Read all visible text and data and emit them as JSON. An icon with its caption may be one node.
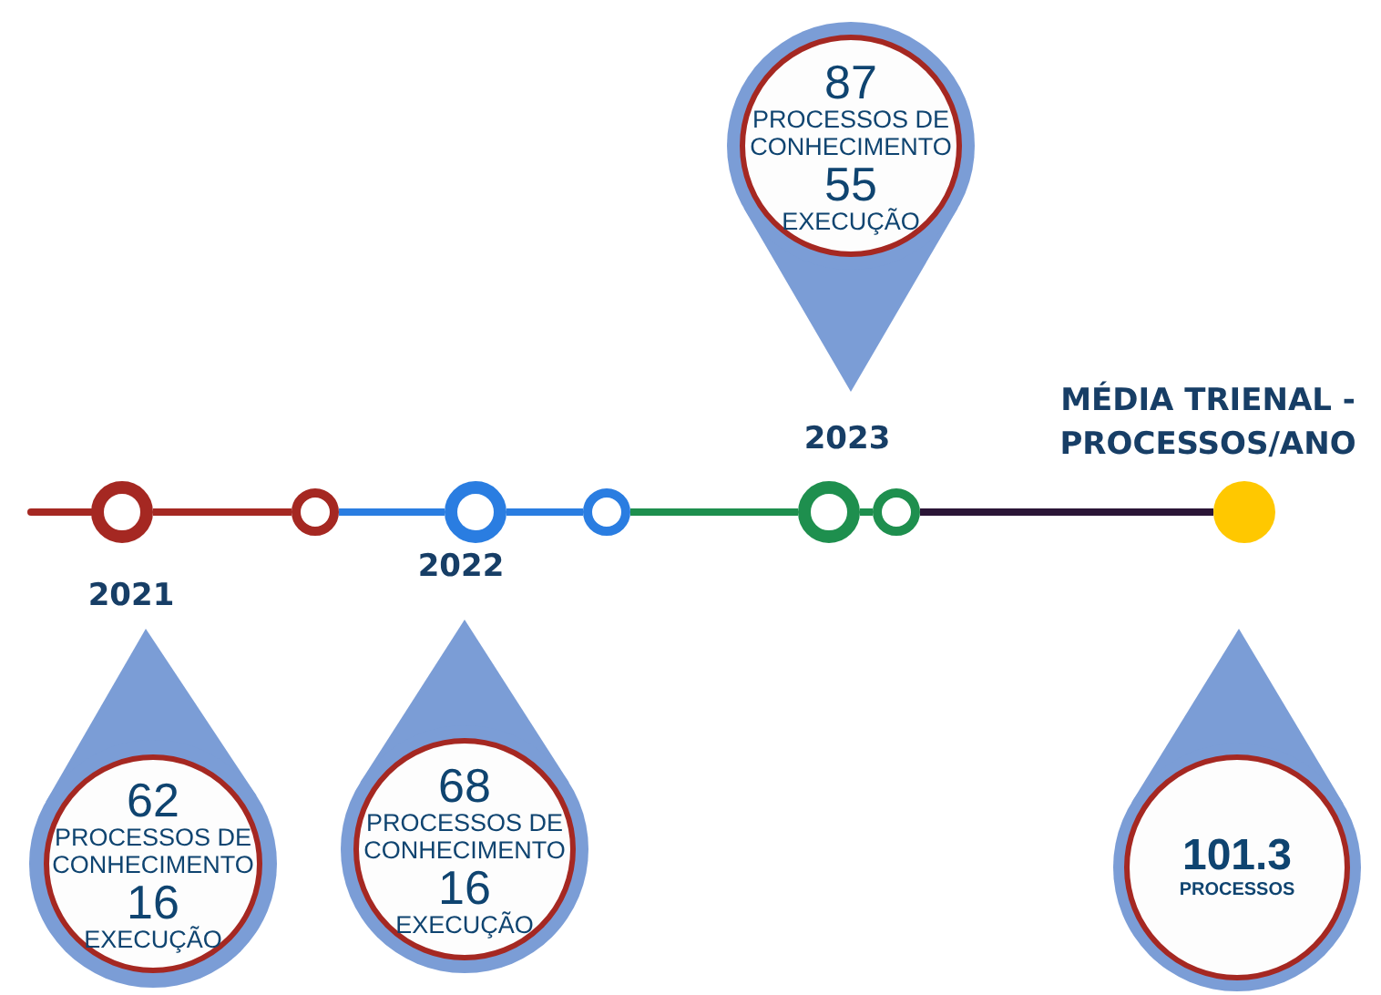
{
  "diagram": {
    "nodes": [
      {
        "text": [
          "87",
          "PROCESSOS DE CONHECIMENTO",
          "55",
          "EXECUÇÃO"
        ]
      },
      {
        "text": [],
        "shape": "circle",
        "beside": [
          "2021"
        ]
      },
      {
        "text": [],
        "shape": "circle"
      },
      {
        "text": [],
        "shape": "circle",
        "beside": [
          "2022"
        ]
      },
      {
        "text": [],
        "shape": "circle"
      },
      {
        "text": [],
        "shape": "circle",
        "beside": [
          "2023"
        ]
      },
      {
        "text": [],
        "shape": "circle"
      },
      {
        "text": [],
        "shape": "circle",
        "beside": [
          "MÉDIA TRIENAL - PROCESSOS/ANO"
        ]
      },
      {
        "text": [
          "62",
          "PROCESSOS DE CONHECIMENTO",
          "16",
          "EXECUÇÃO"
        ]
      },
      {
        "text": [
          "68",
          "PROCESSOS DE CONHECIMENTO",
          "16",
          "EXECUÇÃO"
        ]
      },
      {
        "text": [
          "101.3",
          "PROCESSOS"
        ]
      }
    ],
    "edges": [
      {
        "from": null,
        "to": 1,
        "arrow": "none",
        "color": "#a52822"
      },
      {
        "from": 1,
        "to": 2,
        "arrow": "none",
        "color": "#a52822"
      },
      {
        "from": 2,
        "to": 3,
        "arrow": "none",
        "color": "#2a7de1"
      },
      {
        "from": 3,
        "to": 4,
        "arrow": "none",
        "color": "#2a7de1"
      },
      {
        "from": 4,
        "to": 5,
        "arrow": "none",
        "color": "#1e8f4e"
      },
      {
        "from": 5,
        "to": 6,
        "arrow": "none",
        "color": "#1e8f4e"
      },
      {
        "from": 6,
        "to": 7,
        "arrow": "none",
        "color": "#2b1537"
      }
    ]
  }
}
